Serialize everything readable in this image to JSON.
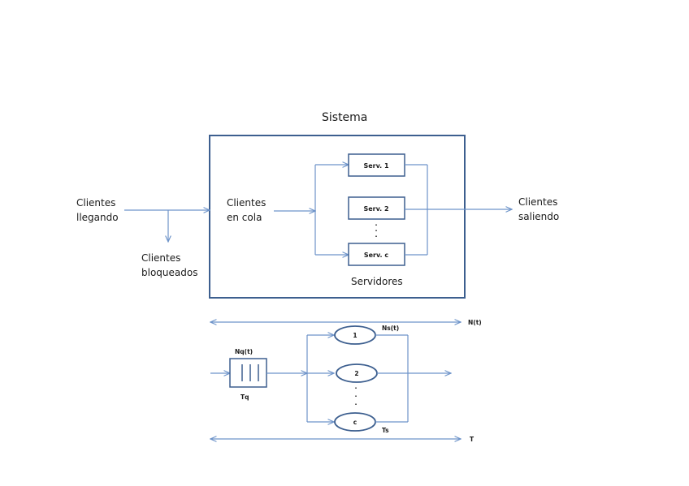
{
  "labels": {
    "sistema": "Sistema",
    "clientes_llegando_1": "Clientes",
    "clientes_llegando_2": "llegando",
    "clientes_bloqueados_1": "Clientes",
    "clientes_bloqueados_2": "bloqueados",
    "clientes_en_cola_1": "Clientes",
    "clientes_en_cola_2": "en cola",
    "clientes_saliendo_1": "Clientes",
    "clientes_saliendo_2": "saliendo",
    "servidores": "Servidores",
    "serv1": "Serv. 1",
    "serv2": "Serv. 2",
    "servc": "Serv. c",
    "dots": "·",
    "n_t": "N(t)",
    "ns_t": "Ns(t)",
    "nq_t": "Nq(t)",
    "tq": "Tq",
    "ts": "Ts",
    "t": "T",
    "node1": "1",
    "node2": "2",
    "nodec": "c"
  },
  "colors": {
    "line": "#6d93c9",
    "box_border": "#3d5f8f",
    "text": "#1a1a1a"
  }
}
